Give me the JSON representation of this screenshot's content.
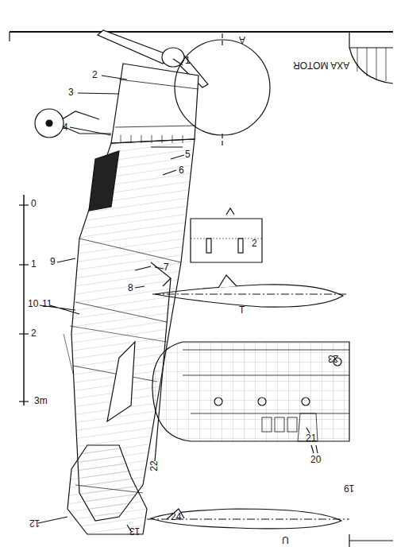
{
  "diagram": {
    "labels": [
      "1",
      "2",
      "3",
      "4",
      "5",
      "6",
      "7",
      "8",
      "9",
      "10",
      "11",
      "12",
      "13",
      "22",
      "2",
      "A",
      "AXA MOTOR",
      "T",
      "23",
      "21",
      "20",
      "19",
      "24",
      "U",
      "0",
      "1",
      "2",
      "3m"
    ]
  }
}
